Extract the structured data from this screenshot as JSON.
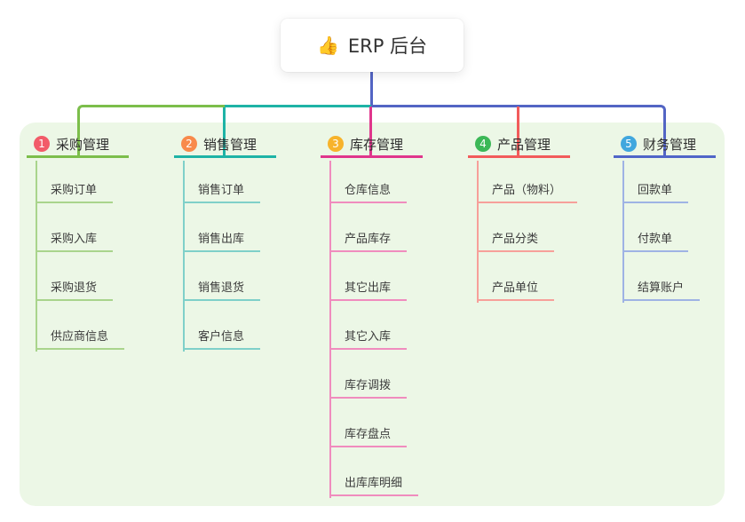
{
  "root": {
    "icon": "👍",
    "label": "ERP 后台"
  },
  "connector_colors": {
    "root_line": "#5365C4",
    "bus_left": "#7CBE4B",
    "bus_mid": "#1EB3A6",
    "bus_right": "#5365C4",
    "drop_center": "#E0368C",
    "drop_fourth": "#F25B5B"
  },
  "canvas_bg": "#ECF7E6",
  "branches": [
    {
      "index": "1",
      "label": "采购管理",
      "badge_color": "#F25B69",
      "line_color": "#7CBE4B",
      "child_line_color": "#A9D48C",
      "children": [
        "采购订单",
        "采购入库",
        "采购退货",
        "供应商信息"
      ]
    },
    {
      "index": "2",
      "label": "销售管理",
      "badge_color": "#F88A4B",
      "line_color": "#1EB3A6",
      "child_line_color": "#7FD0C9",
      "children": [
        "销售订单",
        "销售出库",
        "销售退货",
        "客户信息"
      ]
    },
    {
      "index": "3",
      "label": "库存管理",
      "badge_color": "#F7B32B",
      "line_color": "#E0368C",
      "child_line_color": "#F08CBE",
      "children": [
        "仓库信息",
        "产品库存",
        "其它出库",
        "其它入库",
        "库存调拨",
        "库存盘点",
        "出库库明细"
      ]
    },
    {
      "index": "4",
      "label": "产品管理",
      "badge_color": "#3CB857",
      "line_color": "#F25B5B",
      "child_line_color": "#F7A09A",
      "children": [
        "产品（物料）",
        "产品分类",
        "产品单位"
      ]
    },
    {
      "index": "5",
      "label": "财务管理",
      "badge_color": "#41A7DE",
      "line_color": "#5066C8",
      "child_line_color": "#9FB3E4",
      "children": [
        "回款单",
        "付款单",
        "结算账户"
      ]
    }
  ]
}
